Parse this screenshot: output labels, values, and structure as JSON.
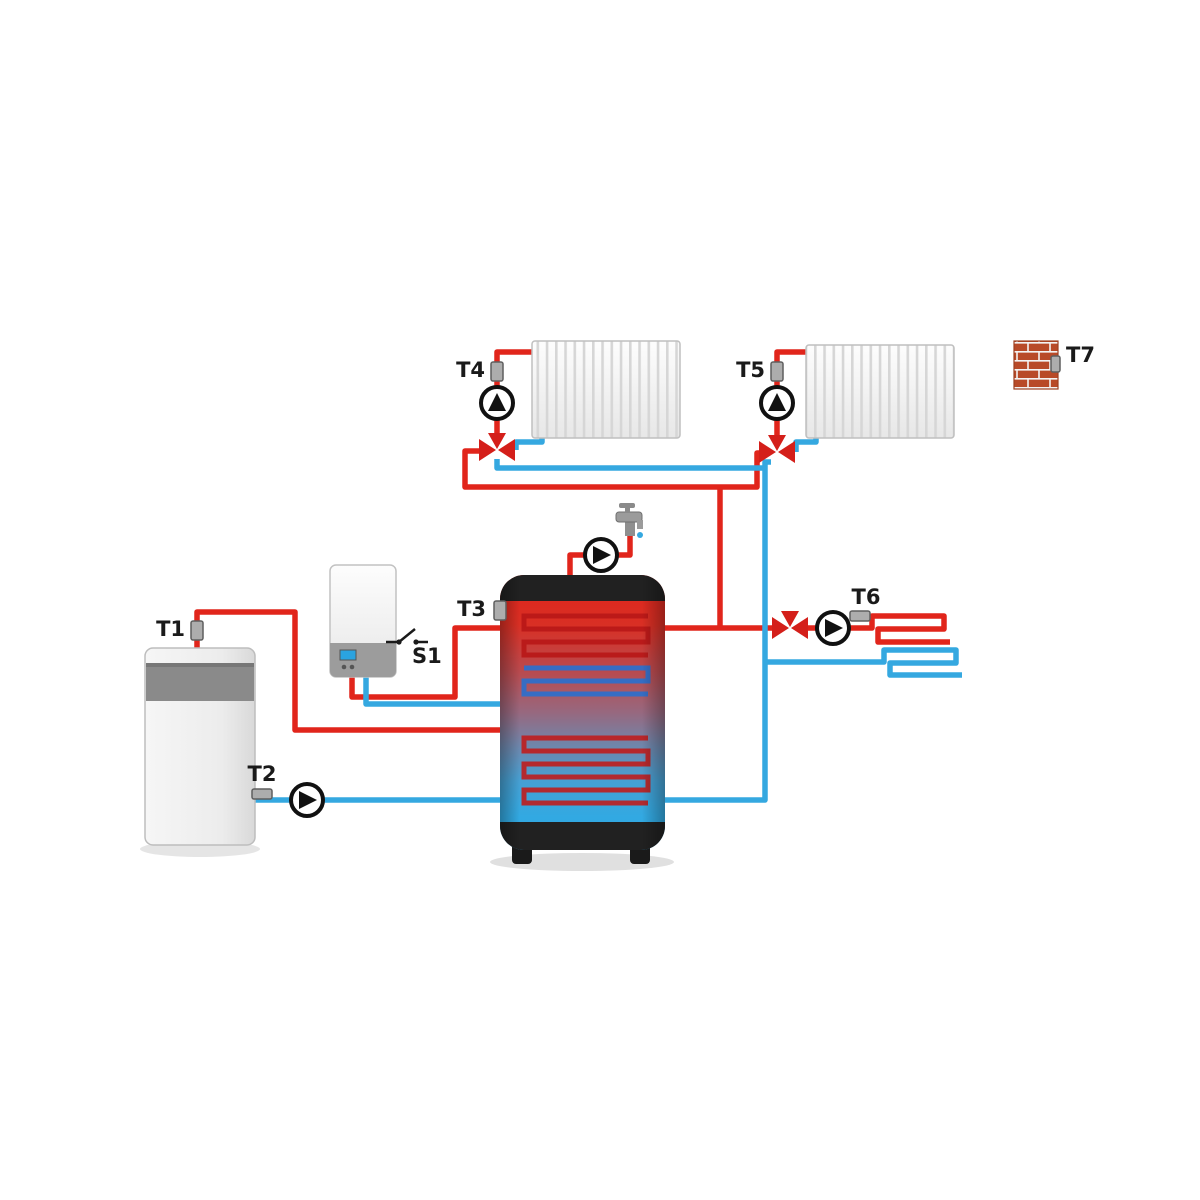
{
  "diagram": {
    "background": "#ffffff",
    "colors": {
      "hot_pipe": "#e1251b",
      "cold_pipe": "#35a8e0",
      "valve": "#d41f1a",
      "tank_cap": "#212121",
      "tank_hot": "#df241b",
      "tank_cold": "#2fa5df",
      "sensor_body": "#adadad",
      "brick": "#b84a28"
    },
    "labels": {
      "t1": "T1",
      "t2": "T2",
      "t3": "T3",
      "t4": "T4",
      "t5": "T5",
      "t6": "T6",
      "t7": "T7",
      "s1": "S1"
    },
    "icons": {
      "pump": "circle-with-triangle",
      "mixing_valve": "red-three-way-bowtie",
      "faucet": "gray-tap",
      "outdoor_wall": "brick-pattern",
      "sensor": "gray-probe",
      "switch": "open-contact"
    }
  }
}
